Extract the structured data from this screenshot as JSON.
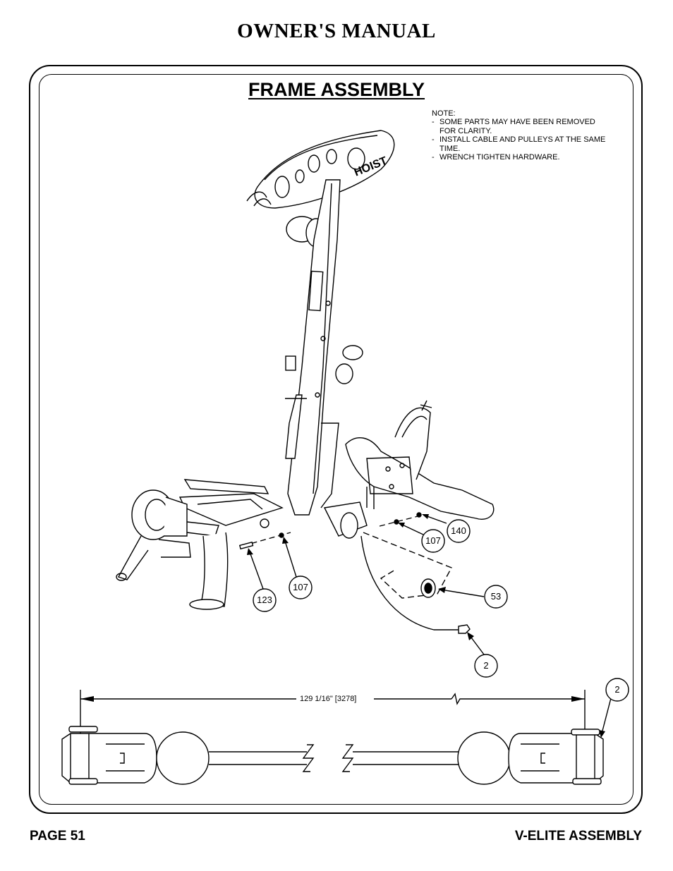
{
  "header": {
    "title": "OWNER'S MANUAL"
  },
  "section": {
    "title": "FRAME ASSEMBLY"
  },
  "note": {
    "heading": "NOTE:",
    "items": [
      "SOME PARTS MAY HAVE BEEN REMOVED FOR CLARITY.",
      "INSTALL CABLE AND PULLEYS AT THE SAME TIME.",
      "WRENCH TIGHTEN HARDWARE."
    ]
  },
  "callouts": [
    "140",
    "107",
    "107",
    "123",
    "53",
    "2",
    "2"
  ],
  "dimension": {
    "label": "129 1/16\" [3278]"
  },
  "footer": {
    "page": "PAGE 51",
    "section": "V-ELITE ASSEMBLY"
  }
}
